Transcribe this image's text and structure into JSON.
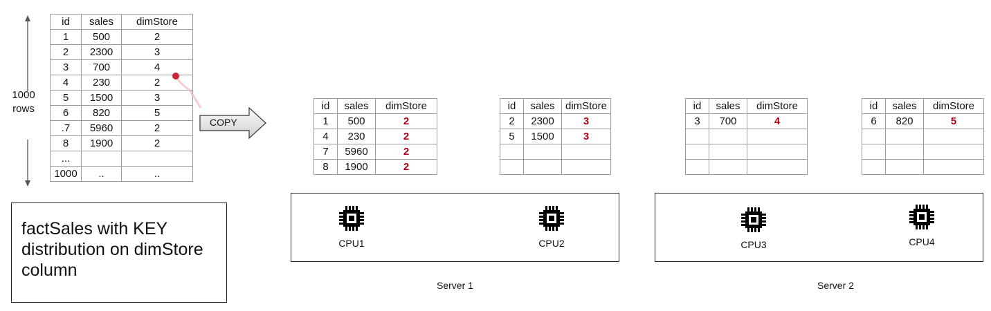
{
  "source_table": {
    "headers": [
      "id",
      "sales",
      "dimStore"
    ],
    "rows": [
      [
        "1",
        "500",
        "2"
      ],
      [
        "2",
        "2300",
        "3"
      ],
      [
        "3",
        "700",
        "4"
      ],
      [
        "4",
        "230",
        "2"
      ],
      [
        "5",
        "1500",
        "3"
      ],
      [
        "6",
        "820",
        "5"
      ],
      [
        ".7",
        "5960",
        "2"
      ],
      [
        "8",
        "1900",
        "2"
      ],
      [
        "...",
        "",
        ""
      ],
      [
        "1000",
        "..",
        ".."
      ]
    ]
  },
  "rows_label": "1000\nrows",
  "copy_label": "COPY",
  "caption": "factSales with KEY distribution on dimStore column",
  "slices": [
    {
      "headers": [
        "id",
        "sales",
        "dimStore"
      ],
      "rows": [
        [
          "1",
          "500",
          "2"
        ],
        [
          "4",
          "230",
          "2"
        ],
        [
          "7",
          "5960",
          "2"
        ],
        [
          "8",
          "1900",
          "2"
        ]
      ]
    },
    {
      "headers": [
        "id",
        "sales",
        "dimStore"
      ],
      "rows": [
        [
          "2",
          "2300",
          "3"
        ],
        [
          "5",
          "1500",
          "3"
        ],
        [
          "",
          "",
          ""
        ],
        [
          "",
          "",
          ""
        ]
      ]
    },
    {
      "headers": [
        "id",
        "sales",
        "dimStore"
      ],
      "rows": [
        [
          "3",
          "700",
          "4"
        ],
        [
          "",
          "",
          ""
        ],
        [
          "",
          "",
          ""
        ],
        [
          "",
          "",
          ""
        ]
      ]
    },
    {
      "headers": [
        "id",
        "sales",
        "dimStore"
      ],
      "rows": [
        [
          "6",
          "820",
          "5"
        ],
        [
          "",
          "",
          ""
        ],
        [
          "",
          "",
          ""
        ],
        [
          "",
          "",
          ""
        ]
      ]
    }
  ],
  "cpus": [
    "CPU1",
    "CPU2",
    "CPU3",
    "CPU4"
  ],
  "servers": [
    "Server 1",
    "Server 2"
  ],
  "colors": {
    "key_value": "#b00012",
    "cursor": "#d0203a",
    "border": "#9a9a9a"
  },
  "icons": {
    "cpu": "cpu-chip-icon",
    "arrow": "right-arrow-icon"
  }
}
